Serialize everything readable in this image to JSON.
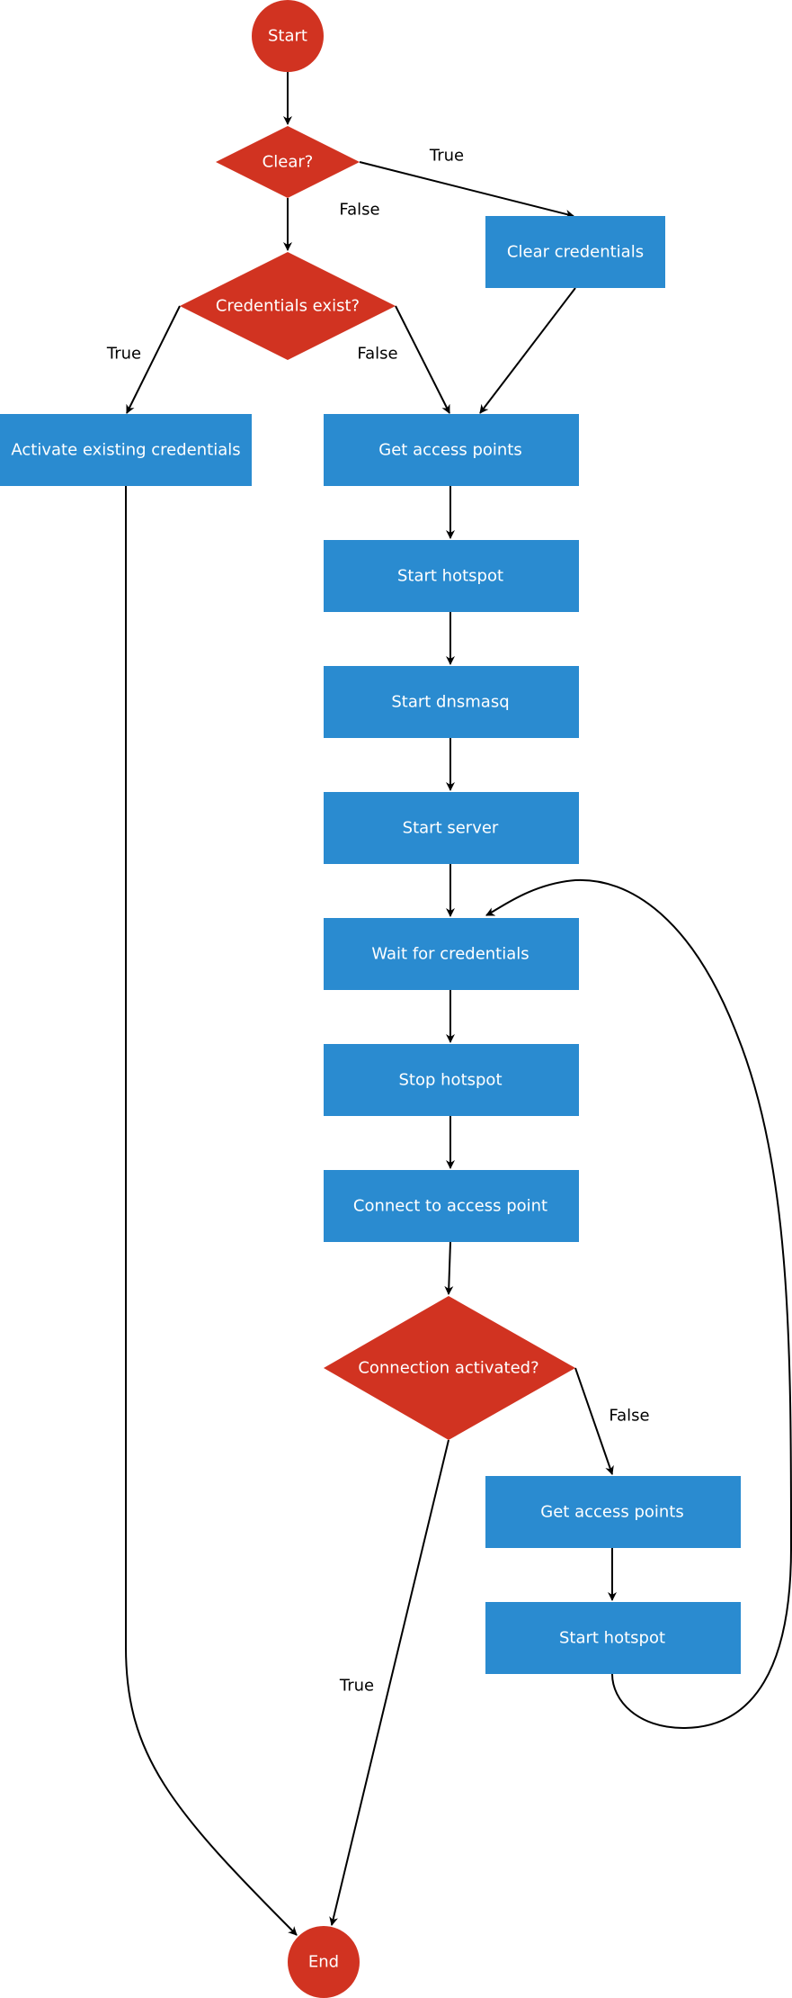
{
  "colors": {
    "process": "#2a8bd0",
    "decision": "#d13321",
    "terminal": "#d13321",
    "text": "#ffffff",
    "edge": "#000000"
  },
  "nodes": {
    "start": "Start",
    "clear_q": "Clear?",
    "clear_creds": "Clear credentials",
    "creds_exist": "Credentials exist?",
    "activate_existing": "Activate existing credentials",
    "get_ap_1": "Get access points",
    "start_hotspot_1": "Start hotspot",
    "start_dnsmasq": "Start dnsmasq",
    "start_server": "Start server",
    "wait_creds": "Wait for credentials",
    "stop_hotspot": "Stop hotspot",
    "connect_ap": "Connect to access point",
    "conn_activated": "Connection activated?",
    "get_ap_2": "Get access points",
    "start_hotspot_2": "Start hotspot",
    "end": "End"
  },
  "edge_labels": {
    "clear_true": "True",
    "clear_false": "False",
    "exist_true": "True",
    "exist_false": "False",
    "conn_false": "False",
    "conn_true": "True"
  }
}
